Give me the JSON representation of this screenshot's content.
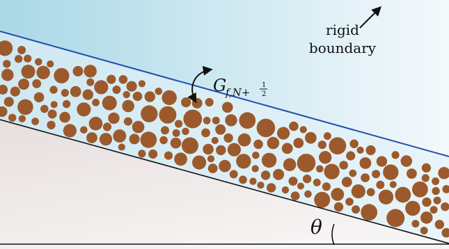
{
  "labels": {
    "boundary_line1": "rigid",
    "boundary_line2": "boundary",
    "flux_symbol": "G",
    "flux_subscript": "f,N+",
    "flux_frac_num": "1",
    "flux_frac_den": "2",
    "angle_symbol": "θ"
  },
  "colors": {
    "sky_left": "#a9d8e6",
    "sky_right": "#f4f9fc",
    "ground_top": "#e7dfdf",
    "ground_bottom": "#f7f4f4",
    "channel_top": "#cfe8f2",
    "channel_bottom": "#e8f4f9",
    "grain": "#9c5a2c",
    "boundary_line": "#1f4fa8",
    "base_line": "#111111"
  },
  "icons": [
    "arrow-up-right-icon",
    "curved-double-arrow-icon"
  ]
}
